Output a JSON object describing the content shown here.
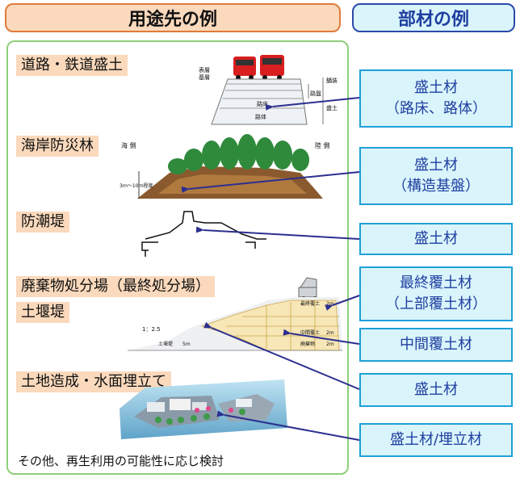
{
  "headers": {
    "uses": "用途先の例",
    "materials": "部材の例"
  },
  "categories": [
    "道路・鉄道盛土",
    "海岸防災林",
    "防潮堤",
    "廃棄物処分場（最終処分場）",
    "土堰堤",
    "土地造成・水面埋立て"
  ],
  "materials": [
    {
      "line1": "盛土材",
      "line2": "（路床、路体）"
    },
    {
      "line1": "盛土材",
      "line2": "（構造基盤）"
    },
    {
      "line1": "盛土材",
      "line2": ""
    },
    {
      "line1": "最終覆土材",
      "line2": "（上部覆土材）"
    },
    {
      "line1": "中間覆土材",
      "line2": ""
    },
    {
      "line1": "盛土材",
      "line2": ""
    },
    {
      "line1": "盛土材/埋立材",
      "line2": ""
    }
  ],
  "road_labels": {
    "surface": "表層",
    "base": "基層",
    "pavement": "舗装",
    "subgrade": "路盤",
    "roadbed": "路床",
    "embankment_body": "路体",
    "fill": "盛土"
  },
  "forest_labels": {
    "sea_side": "海 側",
    "land_side": "陸 側",
    "height": "3ｍ～10ｍ程度"
  },
  "landfill_labels": {
    "final_cover": "最終覆土",
    "mid_cover": "中間覆土",
    "waste": "廃棄物",
    "slope": "1：2.5",
    "dike": "土堰堤",
    "h5m": "5m",
    "h2m_a": "2m",
    "h2m_b": "2m",
    "h2m_c": "2m"
  },
  "footer_note": "その他、再生利用の可能性に応じ検討",
  "colors": {
    "orange_fill": "#fad9bc",
    "orange_border": "#e07b39",
    "blue_fill": "#d9f4fb",
    "blue_border": "#1fa0d6",
    "arrow": "#2b2f8f",
    "green_border": "#8fcf7a"
  }
}
